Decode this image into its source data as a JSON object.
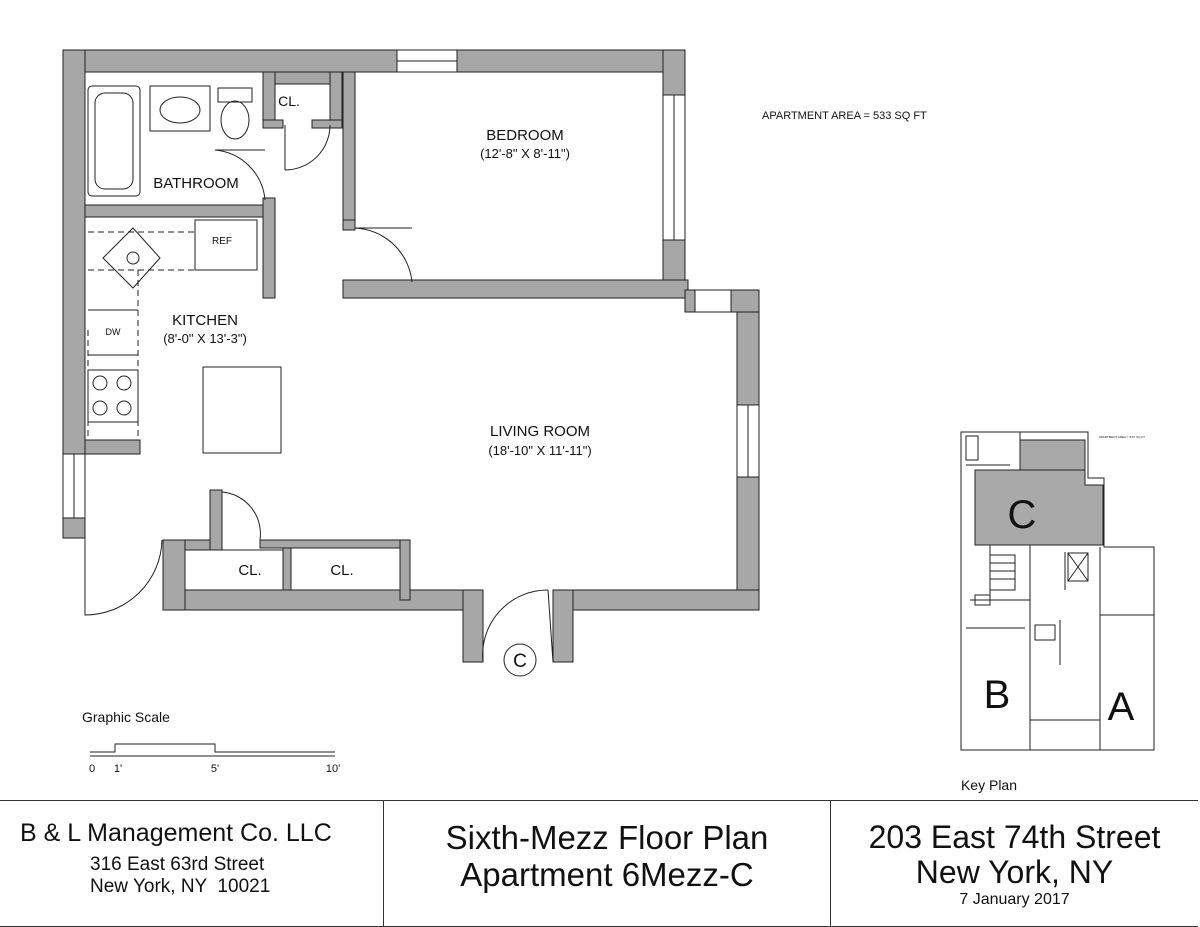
{
  "plan": {
    "area_note": "APARTMENT AREA = 533 SQ FT",
    "rooms": {
      "bedroom": {
        "name": "BEDROOM",
        "size": "(12'-8\" X 8'-11\")"
      },
      "bathroom": {
        "name": "BATHROOM"
      },
      "kitchen": {
        "name": "KITCHEN",
        "size": "(8'-0\" X 13'-3\")"
      },
      "living": {
        "name": "LIVING ROOM",
        "size": "(18'-10\" X 11'-11\")"
      }
    },
    "closet_label": "CL.",
    "ref_label": "REF",
    "dw_label": "DW",
    "entry_marker": "C",
    "scale": {
      "title": "Graphic Scale",
      "ticks": [
        "0",
        "1'",
        "5'",
        "10'"
      ]
    }
  },
  "key_plan": {
    "title": "Key Plan",
    "units": [
      "C",
      "B",
      "A"
    ],
    "tiny_note": "APARTMENT AREA = XXX SQ FT"
  },
  "title_block": {
    "company": {
      "name": "B & L Management Co. LLC",
      "address_line1": "316 East 63rd Street",
      "address_line2": "New York, NY  10021"
    },
    "plan": {
      "line1": "Sixth-Mezz Floor Plan",
      "line2": "Apartment 6Mezz-C"
    },
    "address": {
      "line1": "203 East 74th Street",
      "line2": "New York, NY",
      "date": "7 January 2017"
    }
  },
  "colors": {
    "wall": "#a7a7a7",
    "wall_edge": "#222222",
    "highlight_unit": "#a9a9a9"
  }
}
